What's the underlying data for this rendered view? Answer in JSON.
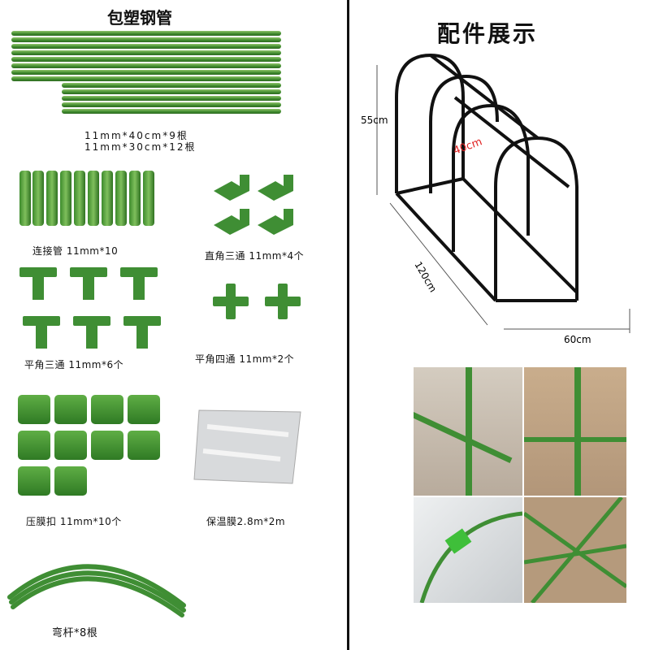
{
  "left": {
    "title": "包塑钢管",
    "pipe_spec_1": "11mm*40cm*9根",
    "pipe_spec_2": "11mm*30cm*12根",
    "connector": "连接管 11mm*10",
    "right_angle_tee": "直角三通 11mm*4个",
    "flat_tee": "平角三通 11mm*6个",
    "flat_cross": "平角四通 11mm*2个",
    "film_clip": "压膜扣 11mm*10个",
    "film": "保温膜2.8m*2m",
    "bent_rod": "弯杆*8根"
  },
  "right": {
    "title": "配件展示",
    "dim_height": "55cm",
    "dim_spacing": "40cm",
    "dim_length": "120cm",
    "dim_width": "60cm"
  },
  "colors": {
    "green": "#3f8e34",
    "dim_red": "#e02020"
  }
}
